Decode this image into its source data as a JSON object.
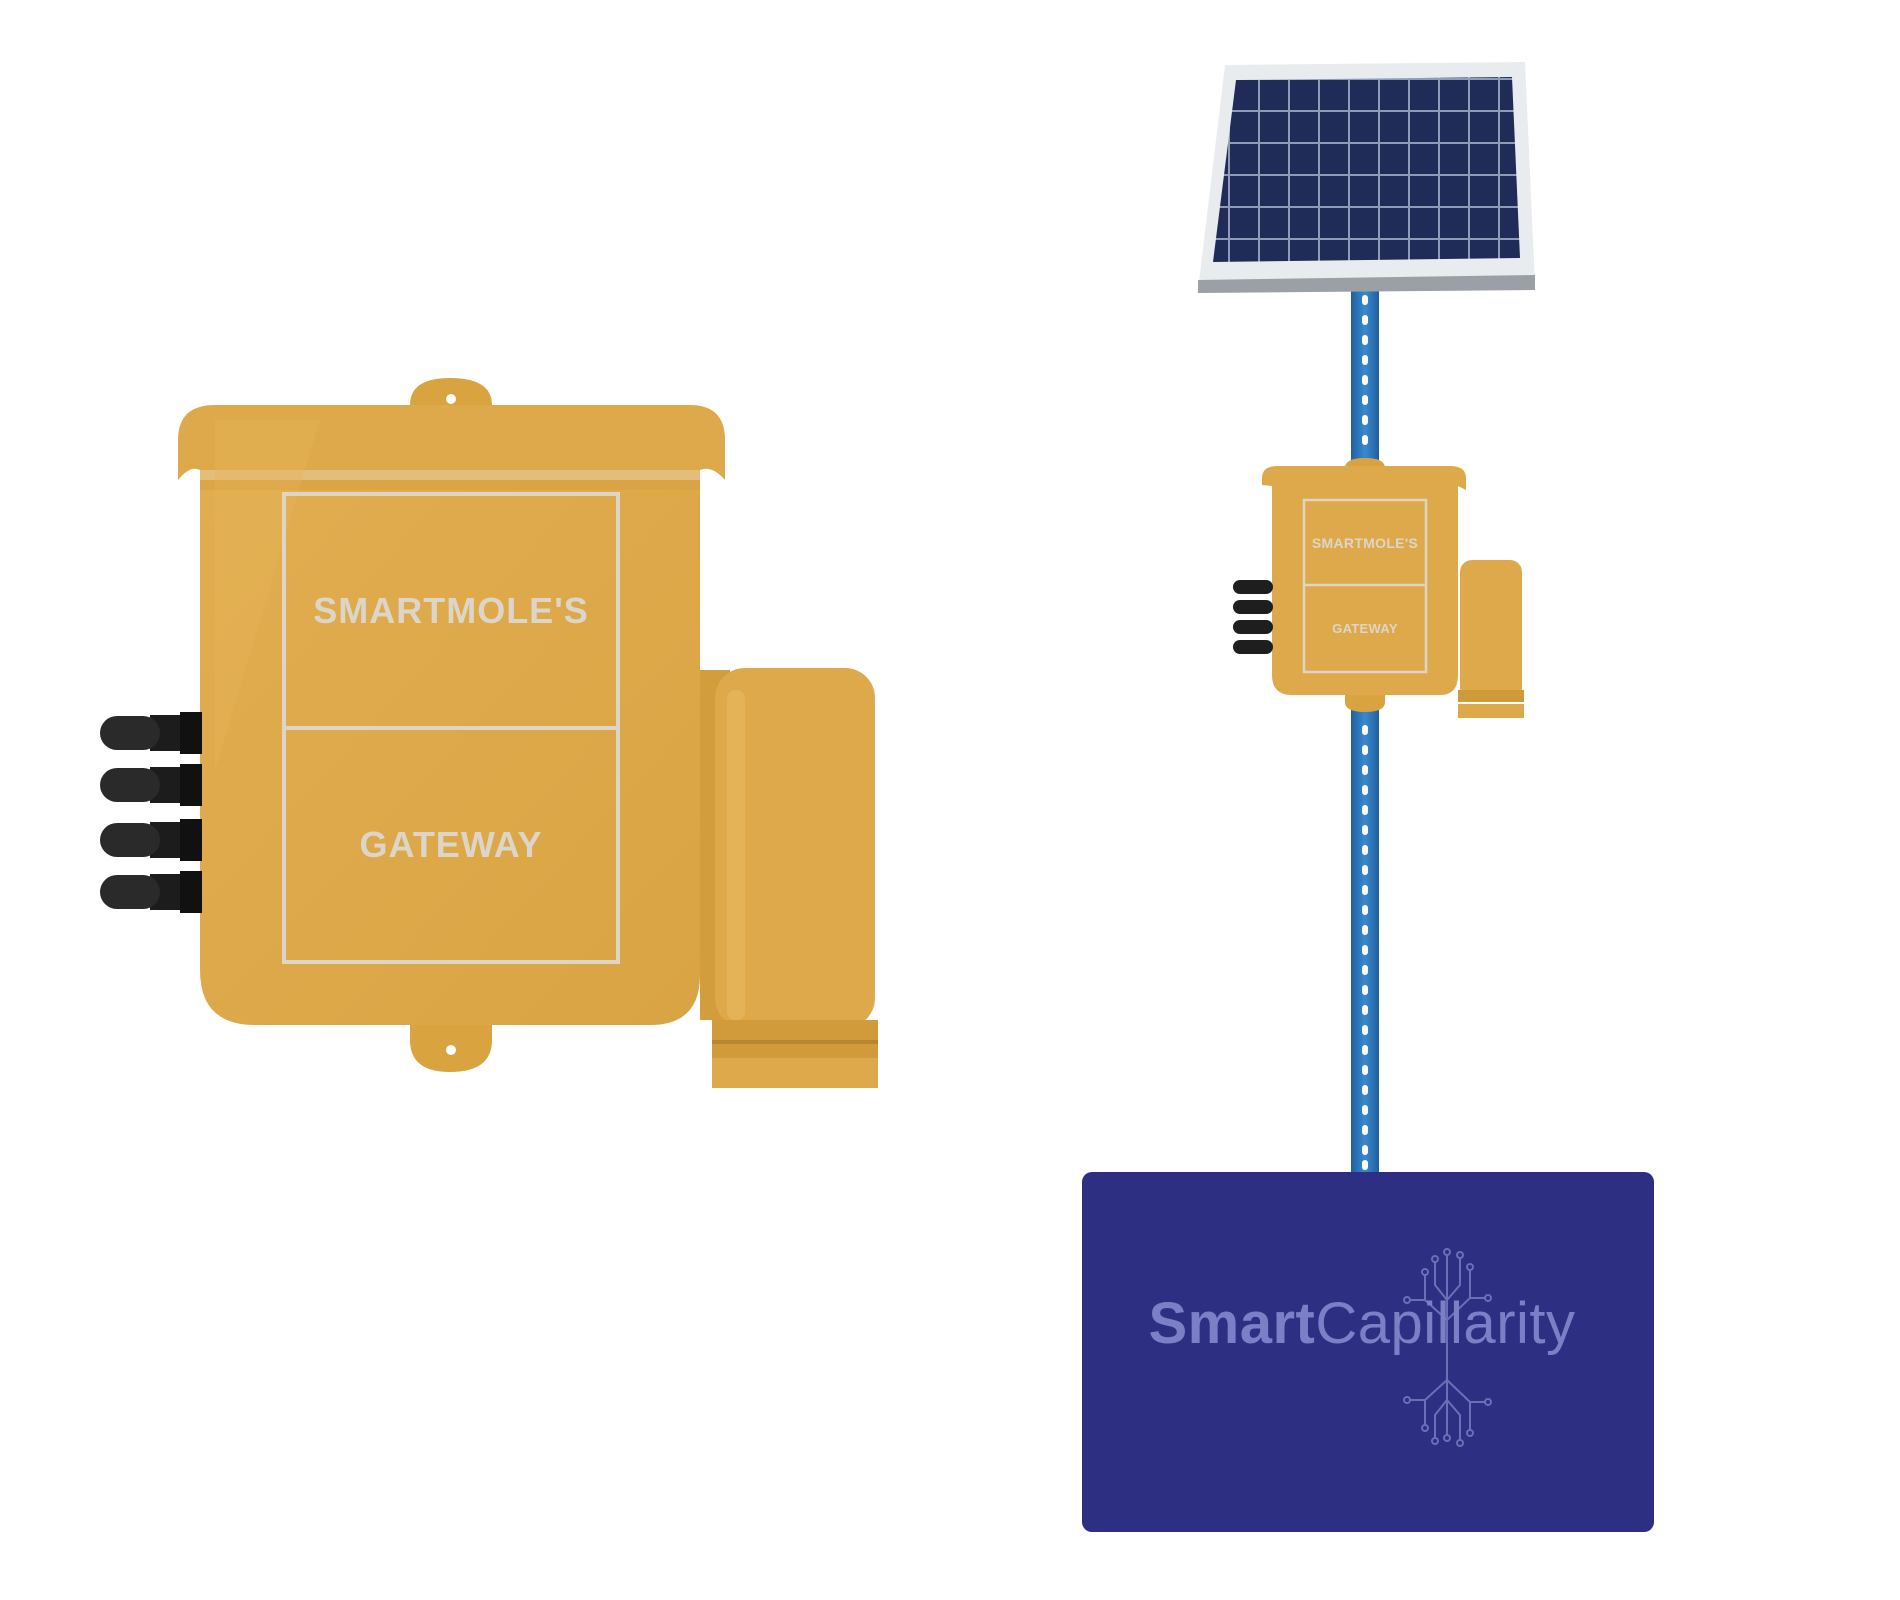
{
  "large_gateway": {
    "label_top": "SMARTMOLE'S",
    "label_bottom": "GATEWAY"
  },
  "small_gateway": {
    "label_top": "SMARTMOLE'S",
    "label_bottom": "GATEWAY"
  },
  "sign": {
    "brand_bold": "Smart",
    "brand_regular": "Capillarity"
  },
  "colors": {
    "enclosure": "#dea94b",
    "enclosure_dark": "#c99536",
    "sign": "#2d2f82",
    "pole": "#2a73b8",
    "solar_cell": "#1e2b55",
    "label_text": "#dcd6ca",
    "brand_text": "#7b80c6"
  },
  "icons": [
    "solar-panel-icon",
    "circuit-tree-icon",
    "cable-connector-icon",
    "antenna-icon"
  ]
}
